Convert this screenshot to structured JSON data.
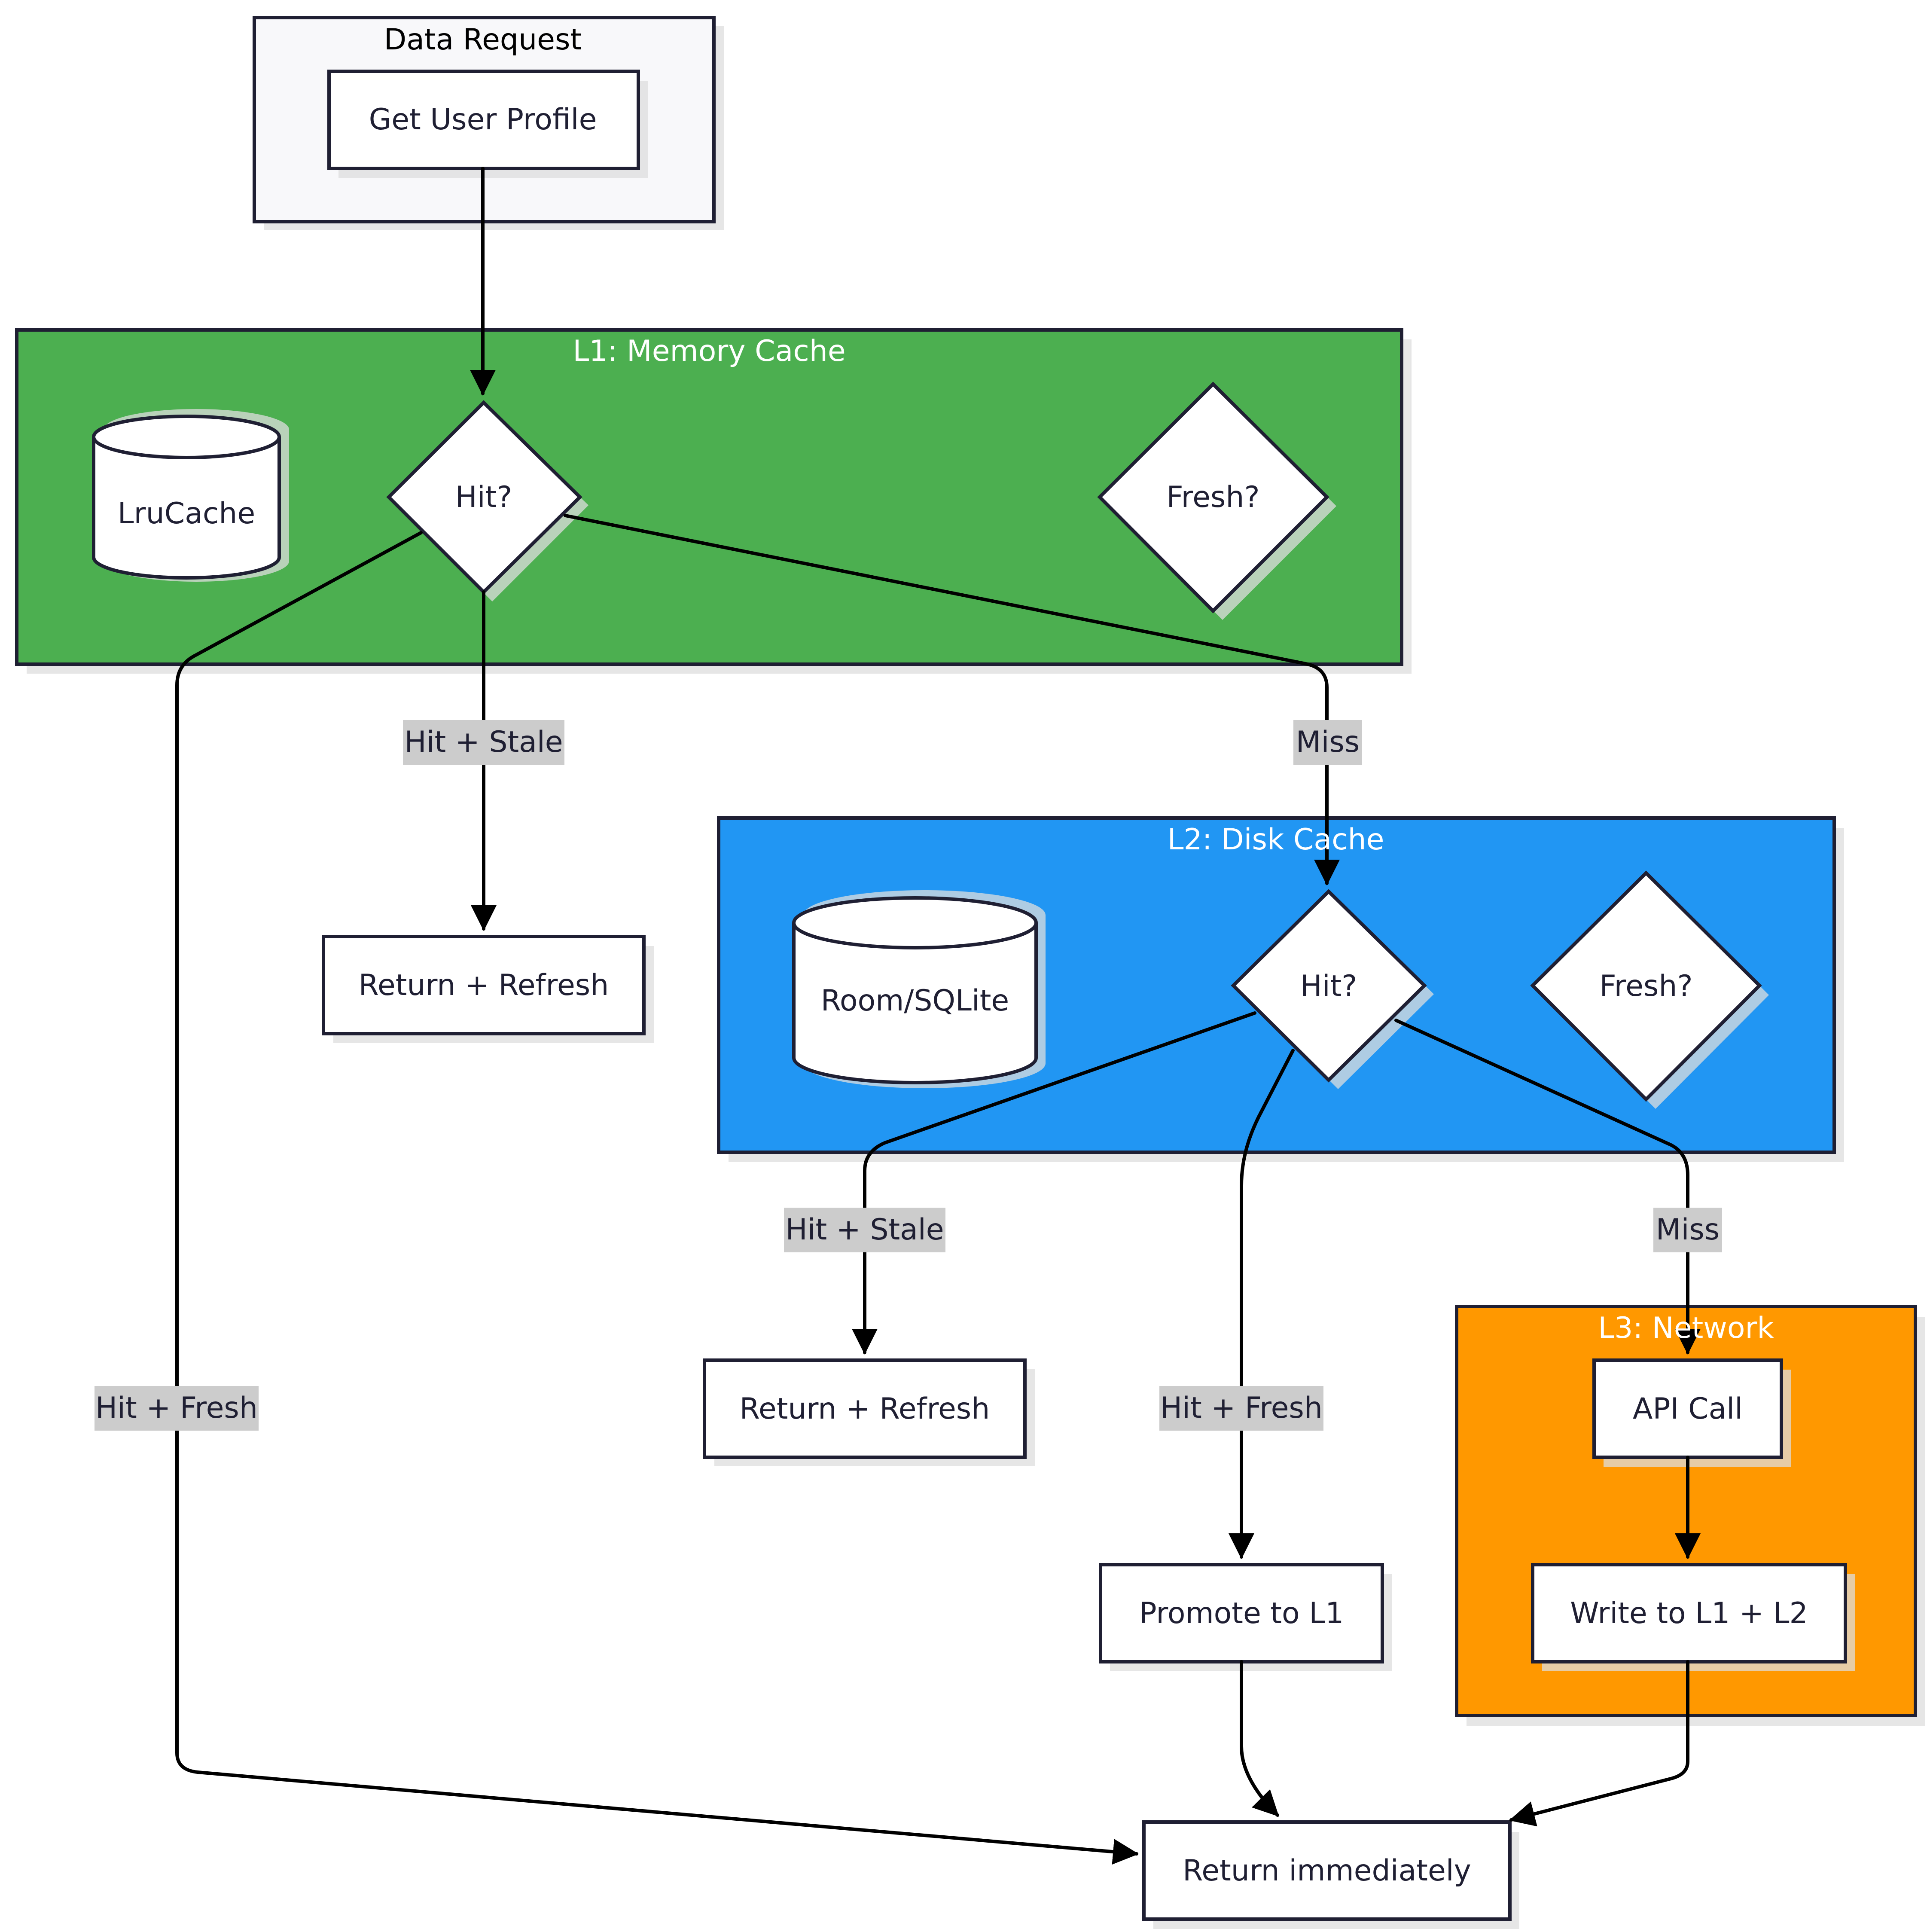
{
  "colors": {
    "l1_fill": "#4caf50",
    "l2_fill": "#2196f3",
    "l3_fill": "#ff9800",
    "request_fill": "#f8f8fa",
    "edge_label_bg": "#cccccc"
  },
  "groups": {
    "data_request": "Data Request",
    "l1": "L1: Memory Cache",
    "l2": "L2: Disk Cache",
    "l3": "L3: Network"
  },
  "nodes": {
    "get_user_profile": "Get User Profile",
    "lru_cache": "LruCache",
    "l1_hit": "Hit?",
    "l1_fresh": "Fresh?",
    "l1_return_refresh": "Return + Refresh",
    "room_sqlite": "Room/SQLite",
    "l2_hit": "Hit?",
    "l2_fresh": "Fresh?",
    "l2_return_refresh": "Return + Refresh",
    "promote_l1": "Promote to L1",
    "api_call": "API Call",
    "write_l1_l2": "Write to L1 + L2",
    "return_immediately": "Return immediately"
  },
  "edge_labels": {
    "l1_stale": "Hit + Stale",
    "l1_miss": "Miss",
    "l1_fresh": "Hit + Fresh",
    "l2_stale": "Hit + Stale",
    "l2_fresh": "Hit + Fresh",
    "l2_miss": "Miss"
  }
}
